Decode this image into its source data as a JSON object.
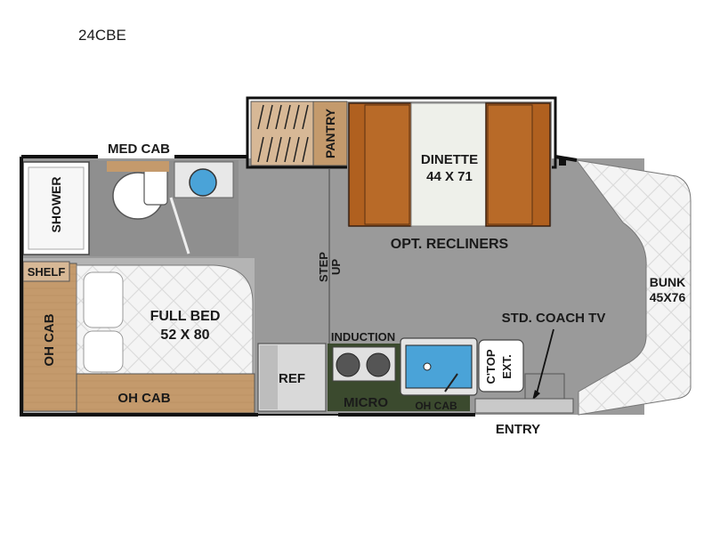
{
  "model": "24CBE",
  "labels": {
    "med_cab": "MED CAB",
    "shower": "SHOWER",
    "shelf": "SHELF",
    "oh_cab_left": "OH CAB",
    "full_bed_1": "FULL BED",
    "full_bed_2": "52 X 80",
    "oh_cab_bottom": "OH CAB",
    "pantry": "PANTRY",
    "dinette_1": "DINETTE",
    "dinette_2": "44 X 71",
    "opt_recliners": "OPT. RECLINERS",
    "step": "STEP",
    "up": "UP",
    "induction": "INDUCTION",
    "ref": "REF",
    "micro": "MICRO",
    "oh_cab_kitchen": "OH CAB",
    "ctop": "C'TOP",
    "ext": "EXT.",
    "std_coach_tv": "STD. COACH TV",
    "bunk_1": "BUNK",
    "bunk_2": "45X76",
    "entry": "ENTRY"
  },
  "colors": {
    "floor": "#9a9a9a",
    "floor_light": "#b4b4b4",
    "wood": "#c49a6c",
    "wood_light": "#d7b896",
    "dinette_seat": "#b0601f",
    "counter_dark": "#3b4a2e",
    "sink_blue": "#4aa3d8",
    "wall": "#111111"
  }
}
